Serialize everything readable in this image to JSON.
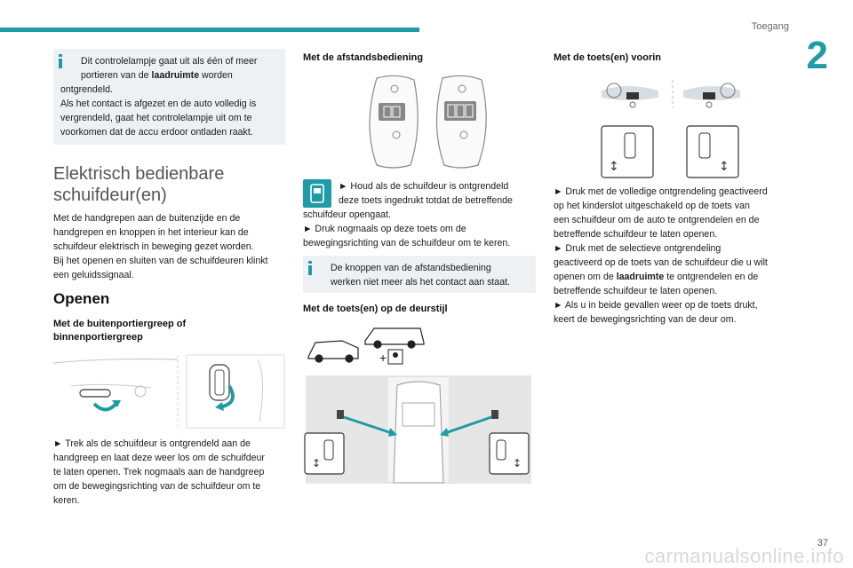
{
  "header": {
    "section": "Toegang",
    "chapter": "2"
  },
  "col1": {
    "info_text_1": "Dit controlelampje gaat uit als één of meer",
    "info_text_2a": "portieren van de ",
    "info_text_2b": "laadruimte",
    "info_text_2c": " worden",
    "info_text_3": "ontgrendeld.",
    "info_text_4": "Als het contact is afgezet en de auto volledig is",
    "info_text_5": "vergrendeld, gaat het controlelampje uit om te",
    "info_text_6": "voorkomen dat de accu erdoor ontladen raakt.",
    "title_1": "Elektrisch bedienbare",
    "title_2": "schuifdeur(en)",
    "intro_1": "Met de handgrepen aan de buitenzijde en de",
    "intro_2": "handgrepen en knoppen in het interieur kan de",
    "intro_3": "schuifdeur elektrisch in beweging gezet worden.",
    "intro_4": "Bij het openen en sluiten van de schuifdeuren klinkt",
    "intro_5": "een geluidssignaal.",
    "openen": "Openen",
    "sub1_1": "Met de buitenportiergreep of",
    "sub1_2": "binnenportiergreep",
    "step_1": "► Trek als de schuifdeur is ontgrendeld aan de",
    "step_2": "handgreep en laat deze weer los om de schuifdeur",
    "step_3": "te laten openen. Trek nogmaals aan de handgreep",
    "step_4": "om de bewegingsrichting van de schuifdeur om te",
    "step_5": "keren."
  },
  "col2": {
    "heading": "Met de afstandsbediening",
    "remote_1": "► Houd als de schuifdeur is ontgrendeld",
    "remote_2": "deze toets ingedrukt totdat de betreffende",
    "remote_3": "schuifdeur opengaat.",
    "remote_4": "► Druk nogmaals op deze toets om de",
    "remote_5": "bewegingsrichting van de schuifdeur om te keren.",
    "info_1": "De knoppen van de afstandsbediening",
    "info_2": "werken niet meer als het contact aan staat.",
    "heading2": "Met de toets(en) op de deurstijl"
  },
  "col3": {
    "heading": "Met de toets(en) voorin",
    "t1": "► Druk met de volledige ontgrendeling geactiveerd",
    "t2": "op het kinderslot uitgeschakeld op de toets van",
    "t3": "een schuifdeur om de auto te ontgrendelen en de",
    "t4": "betreffende schuifdeur te laten openen.",
    "t5": "► Druk met de selectieve ontgrendeling",
    "t6": "geactiveerd op de toets van de schuifdeur die u wilt",
    "t7a": "openen om de ",
    "t7b": "laadruimte",
    "t7c": " te ontgrendelen en de",
    "t8": "betreffende schuifdeur te laten openen.",
    "t9": "► Als u in beide gevallen weer op de toets drukt,",
    "t10": "keert de bewegingsrichting van de deur om."
  },
  "footer": {
    "page": "37",
    "watermark": "carmanualsonline.info"
  },
  "colors": {
    "accent": "#1e9ba6",
    "info_bg": "#eef1f4",
    "arrow_teal": "#1e9ba6",
    "icon_grey": "#9aa2aa"
  }
}
